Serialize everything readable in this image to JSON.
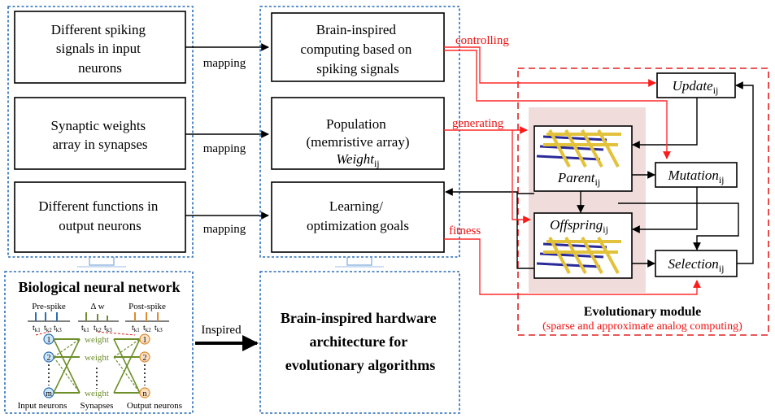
{
  "left": {
    "box1": [
      "Different spiking",
      "signals in input",
      "neurons"
    ],
    "box2": [
      "Synaptic weights",
      "array in synapses"
    ],
    "box3": [
      "Different functions in",
      "output neurons"
    ]
  },
  "middle": {
    "box1": [
      "Brain-inspired",
      "computing based on",
      "spiking signals"
    ],
    "box2": [
      "Population",
      "(memristive array)"
    ],
    "box2_weight": "Weight",
    "box3": [
      "Learning/",
      "optimization goals"
    ]
  },
  "mapping_label": "mapping",
  "red_labels": {
    "controlling": "controlling",
    "generating": "generating",
    "fitness": "fitness"
  },
  "evolution": {
    "update": "Update",
    "parent": "Parent",
    "mutation": "Mutation",
    "offspring": "Offspring",
    "selection": "Selection",
    "subscript": "ij",
    "title": "Evolutionary module",
    "subtitle": "(sparse and approximate analog computing)"
  },
  "bio": {
    "title": "Biological neural network",
    "pre_spike": "Pre-spike",
    "delta_w": "Δ w",
    "post_spike": "Post-spike",
    "tk": [
      "t",
      "t",
      "t"
    ],
    "tk_sub": [
      "k1",
      "k2",
      "k3"
    ],
    "weight": "weight",
    "nodes_left": [
      "1",
      "2",
      "m"
    ],
    "nodes_right": [
      "1",
      "2",
      "n"
    ],
    "footer": [
      "Input neurons",
      "Synapses",
      "Output neurons"
    ]
  },
  "inspired_label": "Inspired",
  "hardware": [
    "Brain-inspired hardware",
    "architecture for",
    "evolutionary algorithms"
  ],
  "colors": {
    "blue_dash": "#2a6db5",
    "red": "#e02020",
    "pink_bg": "#f1dcdc",
    "green": "#6e8e2a"
  }
}
